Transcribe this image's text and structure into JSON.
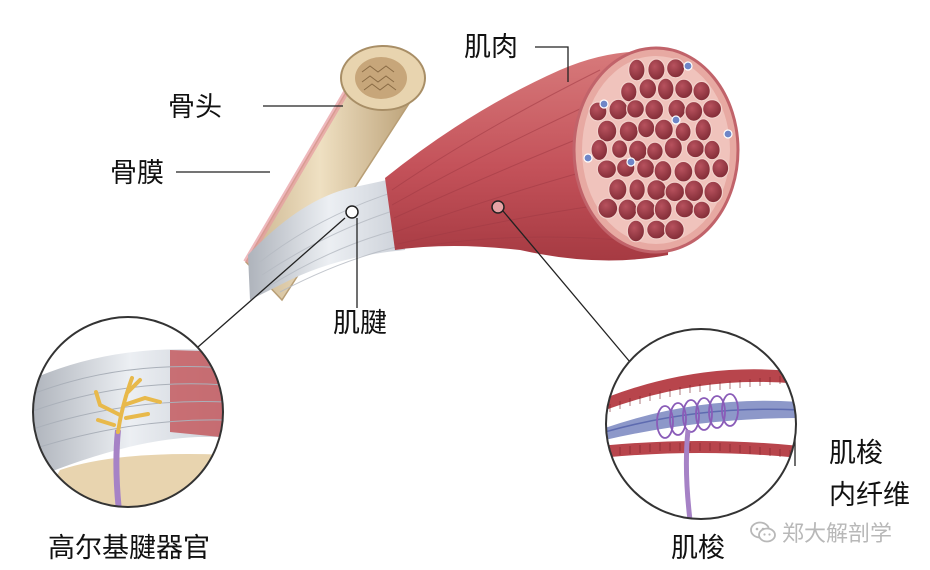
{
  "labels": {
    "bone_head": "骨头",
    "periosteum": "骨膜",
    "muscle": "肌肉",
    "tendon": "肌腱",
    "golgi_tendon_organ": "高尔基腱器官",
    "spindle_label": "肌梭",
    "intrafusal_fiber_line1": "肌梭",
    "intrafusal_fiber_line2": "内纤维"
  },
  "watermark": {
    "text": "郑大解剖学",
    "icon": "wechat-icon"
  },
  "colors": {
    "bone": "#e9d6b3",
    "muscle": "#c6555a",
    "muscle_dark": "#9b2f36",
    "fascicle": "#9a3d46",
    "tendon": "#d9dde3",
    "nerve": "#a682c6",
    "nerve_ending": "#e8b94b",
    "spindle_blue": "#7f8fc8"
  }
}
